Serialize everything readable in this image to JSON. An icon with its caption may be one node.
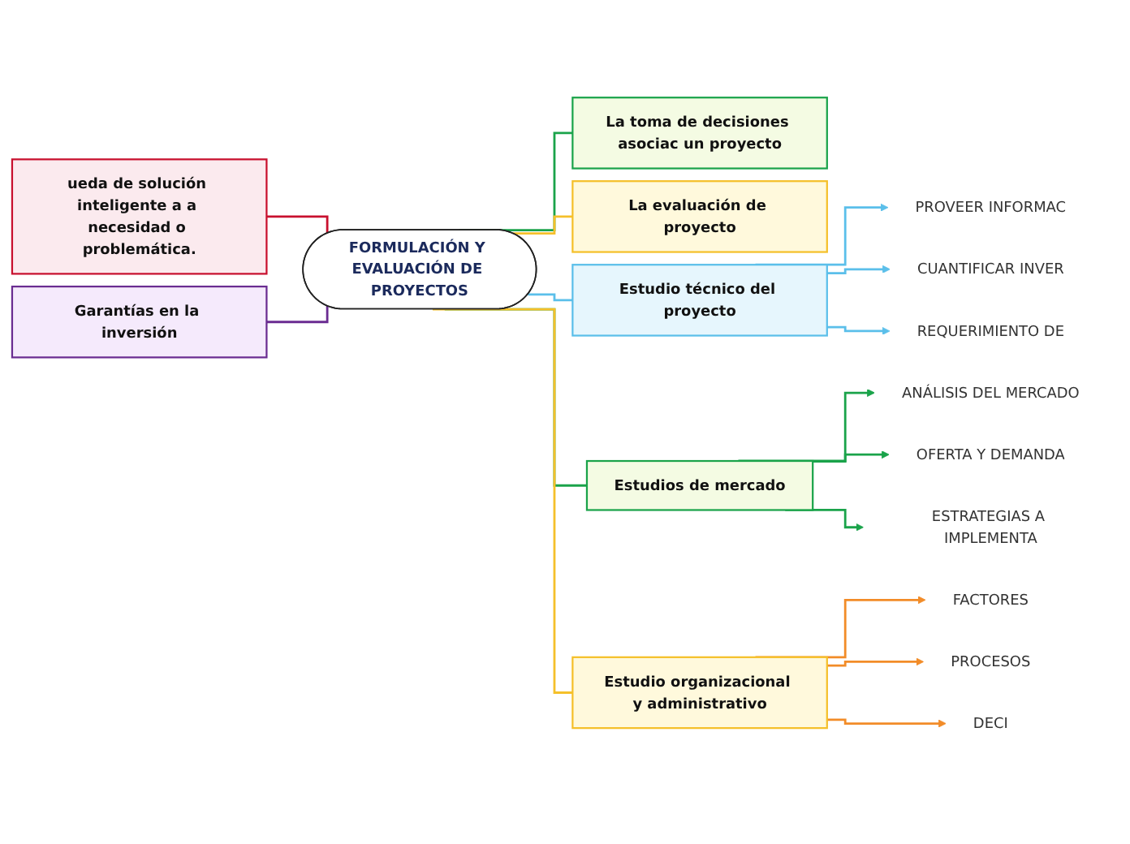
{
  "diagram": {
    "nodes": [
      {
        "text": [
          "FORMULACIÓN Y EVALUACIÓN DE PROYECTOS"
        ]
      },
      {
        "text": [
          "La toma de decisiones asociac un proyecto"
        ]
      },
      {
        "text": [
          "La evaluación de proyecto"
        ]
      },
      {
        "text": [
          "ueda de solución inteligente a a necesidad o problemática."
        ]
      },
      {
        "text": [
          "Garantías en la inversión"
        ]
      },
      {
        "text": [
          "Estudio técnico del proyecto"
        ]
      },
      {
        "text": [
          "PROVEER INFORMAC"
        ]
      },
      {
        "text": [
          "CUANTIFICAR INVER"
        ]
      },
      {
        "text": [
          "REQUERIMIENTO DE"
        ]
      },
      {
        "text": [
          "Estudios de mercado"
        ]
      },
      {
        "text": [
          "ANÁLISIS DEL MERCADO"
        ]
      },
      {
        "text": [
          "OFERTA Y DEMANDA"
        ]
      },
      {
        "text": [
          "ESTRATEGIAS A IMPLEMENTA"
        ]
      },
      {
        "text": [
          "Estudio organizacional y administrativo"
        ]
      },
      {
        "text": [
          "FACTORES"
        ]
      },
      {
        "text": [
          "PROCESOS"
        ]
      },
      {
        "text": [
          "DECI"
        ]
      }
    ],
    "edges": [
      {
        "from": 0,
        "to": 1,
        "arrow": "none"
      },
      {
        "from": 0,
        "to": 2,
        "arrow": "none",
        "color": "#f5c02a"
      },
      {
        "from": 3,
        "to": 0,
        "arrow": "none",
        "color": "#c8102e"
      },
      {
        "from": 4,
        "to": 0,
        "arrow": "none",
        "color": "#6a2c91"
      },
      {
        "from": 0,
        "to": 5,
        "arrow": "none",
        "color": "#5bbfea"
      },
      {
        "from": 0,
        "to": 9,
        "arrow": "none"
      },
      {
        "from": 0,
        "to": 13,
        "arrow": "none",
        "color": "#f5c02a"
      },
      {
        "from": 5,
        "to": 6,
        "arrow": "to",
        "color": "#5bbfea"
      },
      {
        "from": 5,
        "to": 7,
        "arrow": "to",
        "color": "#5bbfea"
      },
      {
        "from": 5,
        "to": 8,
        "arrow": "to",
        "color": "#5bbfea"
      },
      {
        "from": 9,
        "to": 10,
        "arrow": "to"
      },
      {
        "from": 9,
        "to": 11,
        "arrow": "to"
      },
      {
        "from": 9,
        "to": 12,
        "arrow": "to"
      },
      {
        "from": 13,
        "to": 14,
        "arrow": "to",
        "color": "#f28c28"
      },
      {
        "from": 13,
        "to": 15,
        "arrow": "to",
        "color": "#f28c28"
      },
      {
        "from": 13,
        "to": 16,
        "arrow": "to",
        "color": "#f28c28"
      }
    ]
  }
}
